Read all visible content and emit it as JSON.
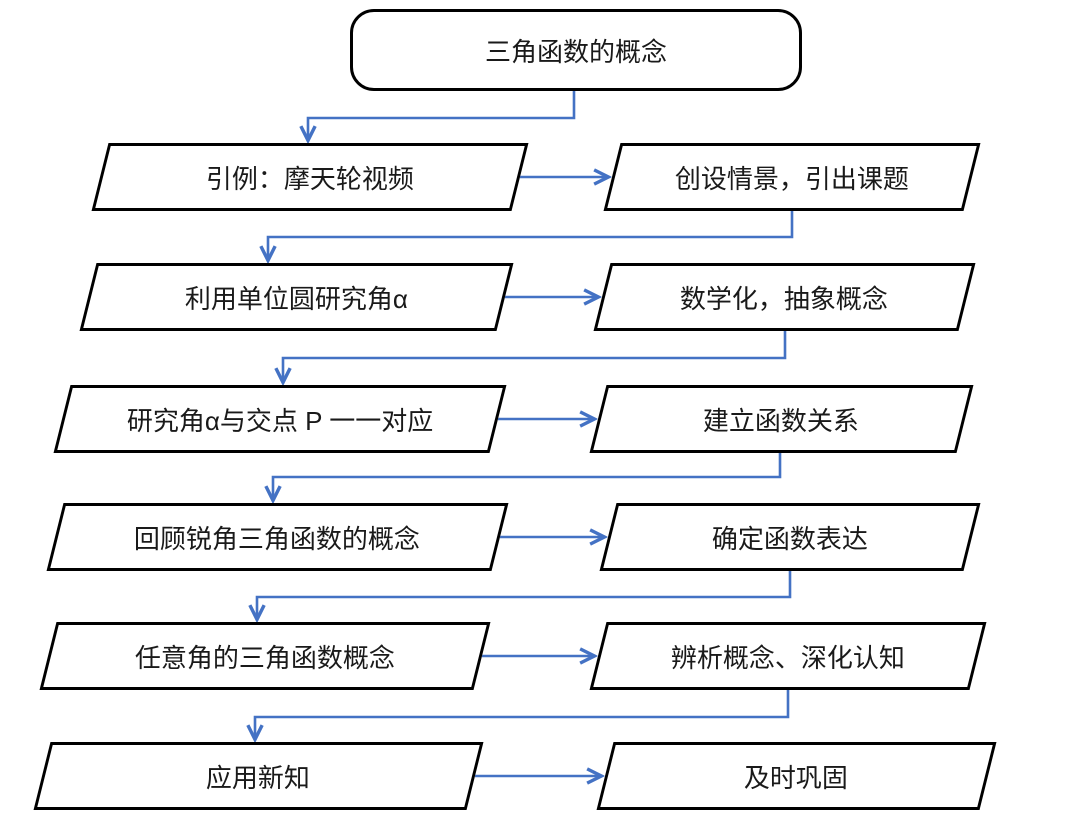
{
  "diagram": {
    "title": "三角函数的概念",
    "rows": [
      {
        "left": "引例：摩天轮视频",
        "right": "创设情景，引出课题"
      },
      {
        "left": "利用单位圆研究角α",
        "right": "数学化，抽象概念"
      },
      {
        "left": "研究角α与交点 P 一一对应",
        "right": "建立函数关系"
      },
      {
        "left": "回顾锐角三角函数的概念",
        "right": "确定函数表达"
      },
      {
        "left": "任意角的三角函数概念",
        "right": "辨析概念、深化认知"
      },
      {
        "left": "应用新知",
        "right": "及时巩固"
      }
    ]
  },
  "colors": {
    "connector": "#4472C4",
    "node_border": "#000000",
    "node_fill": "#ffffff",
    "background": "#ffffff",
    "text": "#1a1a1a"
  }
}
